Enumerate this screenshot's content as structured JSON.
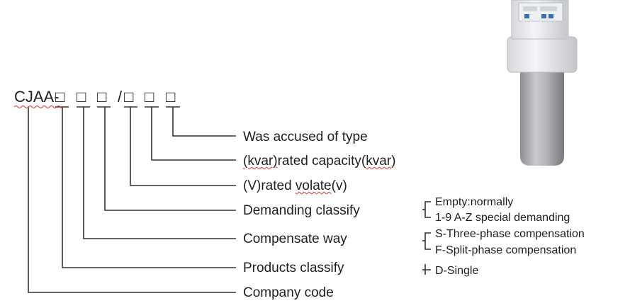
{
  "model_prefix": "CJAA-",
  "box_glyph": "□",
  "slash": "/",
  "labels": {
    "type": "Was accused of type",
    "capacity_kvar_1": "(kvar)",
    "capacity_mid": "rated capacity(",
    "capacity_kvar_2": "kvar",
    "capacity_end": ")",
    "voltage_pre": "(V)rated ",
    "voltage_word": "volate",
    "voltage_end": "(v)",
    "demanding": "Demanding classify",
    "compensate": "Compensate way",
    "products": "Products classify",
    "company": "Company code"
  },
  "options": {
    "demanding": [
      "Empty:normally",
      "1-9 A-Z special demanding"
    ],
    "compensate": [
      "S-Three-phase compensation",
      "F-Split-phase compensation"
    ],
    "products": [
      "D-Single"
    ]
  },
  "colors": {
    "line": "#333333",
    "text": "#1e1e1e",
    "spellcheck": "#dd3333"
  }
}
